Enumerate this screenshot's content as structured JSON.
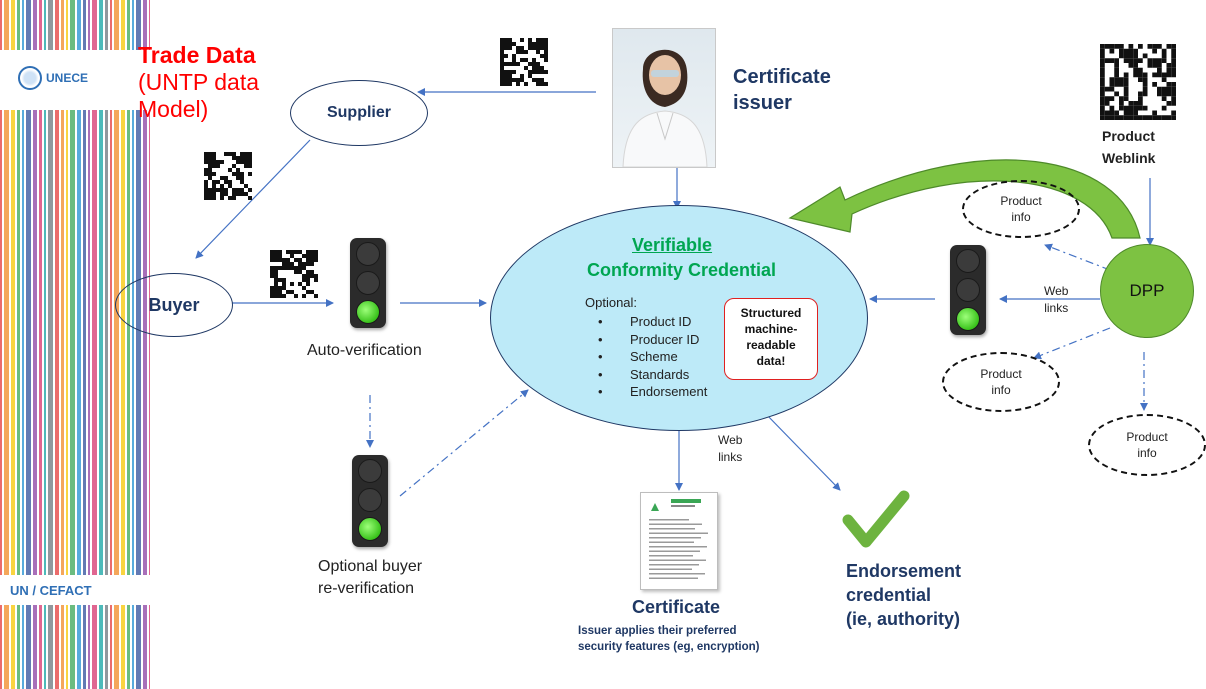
{
  "sidebar": {
    "org_name": "UNECE",
    "footer_name": "UN / CEFACT"
  },
  "trade_data": {
    "title": "Trade Data",
    "subtitle_line1": "(UNTP data",
    "subtitle_line2": "Model)"
  },
  "nodes": {
    "supplier": "Supplier",
    "buyer": "Buyer",
    "certificate_issuer_line1": "Certificate",
    "certificate_issuer_line2": "issuer",
    "auto_verification": "Auto-verification",
    "optional_reverification_line1": "Optional buyer",
    "optional_reverification_line2": "re-verification",
    "dpp": "DPP",
    "product_weblink_line1": "Product",
    "product_weblink_line2": "Weblink"
  },
  "credential": {
    "title_line1": "Verifiable",
    "title_line2": "Conformity Credential",
    "optional_label": "Optional:",
    "items": [
      "Product ID",
      "Producer ID",
      "Scheme",
      "Standards",
      "Endorsement"
    ],
    "callout_line1": "Structured",
    "callout_line2": "machine-",
    "callout_line3": "readable",
    "callout_line4": "data!"
  },
  "product_info": {
    "line1": "Product",
    "line2": "info"
  },
  "web_links": {
    "line1": "Web",
    "line2": "links"
  },
  "certificate": {
    "title": "Certificate",
    "note_line1": "Issuer applies their preferred",
    "note_line2": "security features (eg, encryption)"
  },
  "endorsement": {
    "line1": "Endorsement",
    "line2": "credential",
    "line3": "(ie, authority)"
  },
  "colors": {
    "navy": "#1f3864",
    "red": "#ff0000",
    "green_text": "#00a651",
    "credential_fill": "#bdeaf8",
    "dpp_fill": "#7dc242",
    "arrow_blue": "#4472c4",
    "check_green": "#6db33f"
  }
}
